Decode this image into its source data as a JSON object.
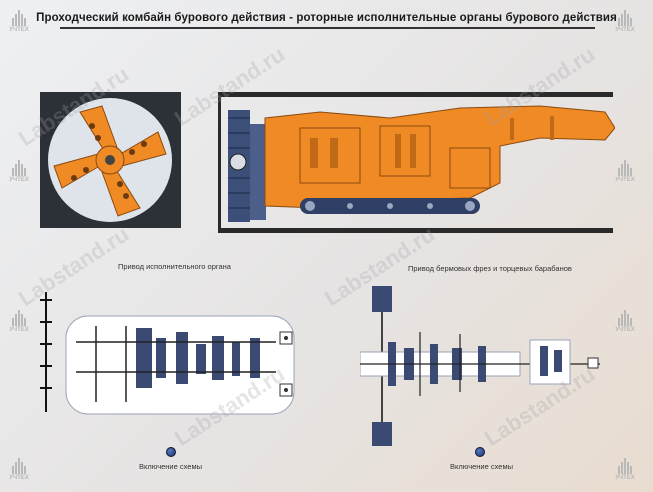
{
  "title": "Проходческий комбайн бурового действия - роторные исполнительные органы бурового действия",
  "captions": {
    "drive_left": "Привод исполнительного органа",
    "drive_right": "Привод бермовых фрез и торцевых барабанов",
    "switch_left": "Включение схемы",
    "switch_right": "Включение схемы"
  },
  "watermark": "Labstand.ru",
  "logo_text": "УЧТЕХ",
  "colors": {
    "machine": "#f08a24",
    "scheme_bg": "#ffffff",
    "indicator": "#2a4a9a"
  }
}
